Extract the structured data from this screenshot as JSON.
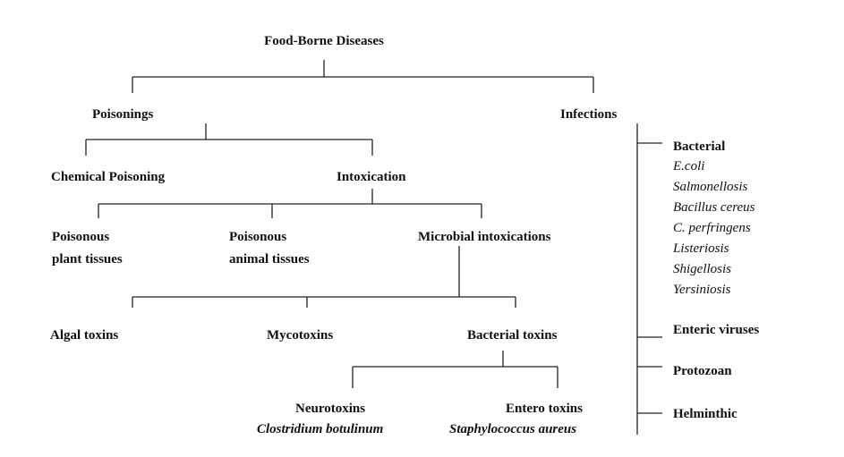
{
  "nodes": {
    "root": "Food-Borne Diseases",
    "poisonings": "Poisonings",
    "infections": "Infections",
    "chemical_poisoning": "Chemical Poisoning",
    "intoxication": "Intoxication",
    "poisonous_plant_line1": "Poisonous",
    "poisonous_plant_line2": "plant tissues",
    "poisonous_animal_line1": "Poisonous",
    "poisonous_animal_line2": "animal tissues",
    "microbial_intoxications": "Microbial intoxications",
    "algal_toxins": "Algal toxins",
    "mycotoxins": "Mycotoxins",
    "bacterial_toxins": "Bacterial toxins",
    "neurotoxins": "Neurotoxins",
    "neurotoxins_example": "Clostridium botulinum",
    "entero_toxins": "Entero toxins",
    "entero_toxins_example": "Staphylococcus aureus"
  },
  "infections": {
    "bacterial": {
      "label": "Bacterial",
      "examples": [
        "E.coli",
        "Salmonellosis",
        "Bacillus cereus",
        "C. perfringens",
        "Listeriosis",
        "Shigellosis",
        "Yersiniosis"
      ]
    },
    "enteric_viruses": "Enteric viruses",
    "protozoan": "Protozoan",
    "helminthic": "Helminthic"
  }
}
